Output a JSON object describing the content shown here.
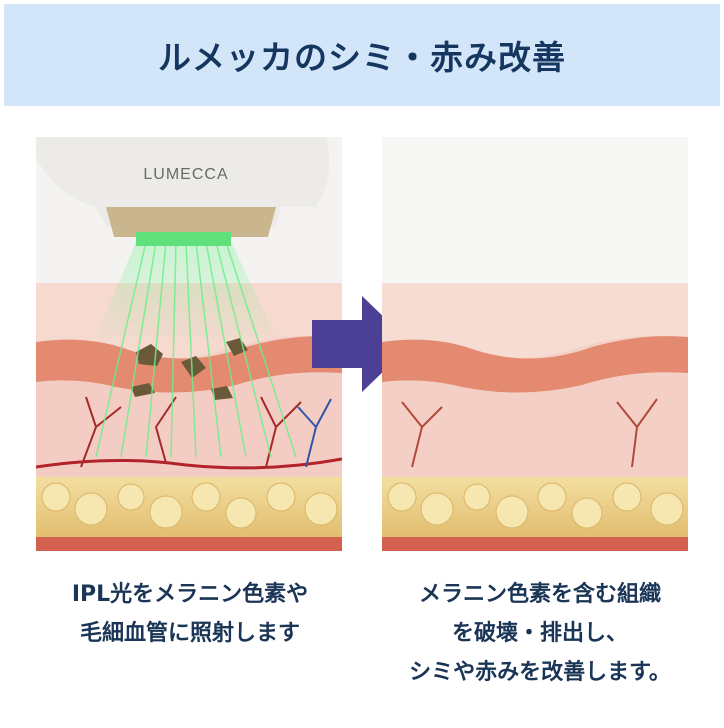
{
  "header": {
    "title": "ルメッカのシミ・赤み改善"
  },
  "left_panel": {
    "device_brand": "LUMECCA",
    "caption": [
      "IPL光をメラニン色素や",
      "毛細血管に照射します"
    ]
  },
  "right_panel": {
    "caption": [
      "メラニン色素を含む組織",
      "を破壊・排出し、",
      "シミや赤みを改善します。"
    ]
  },
  "colors": {
    "header_bg": "#d3e5f9",
    "title": "#15365f",
    "arrow": "#4b3f96",
    "light": "#5fe07a"
  }
}
